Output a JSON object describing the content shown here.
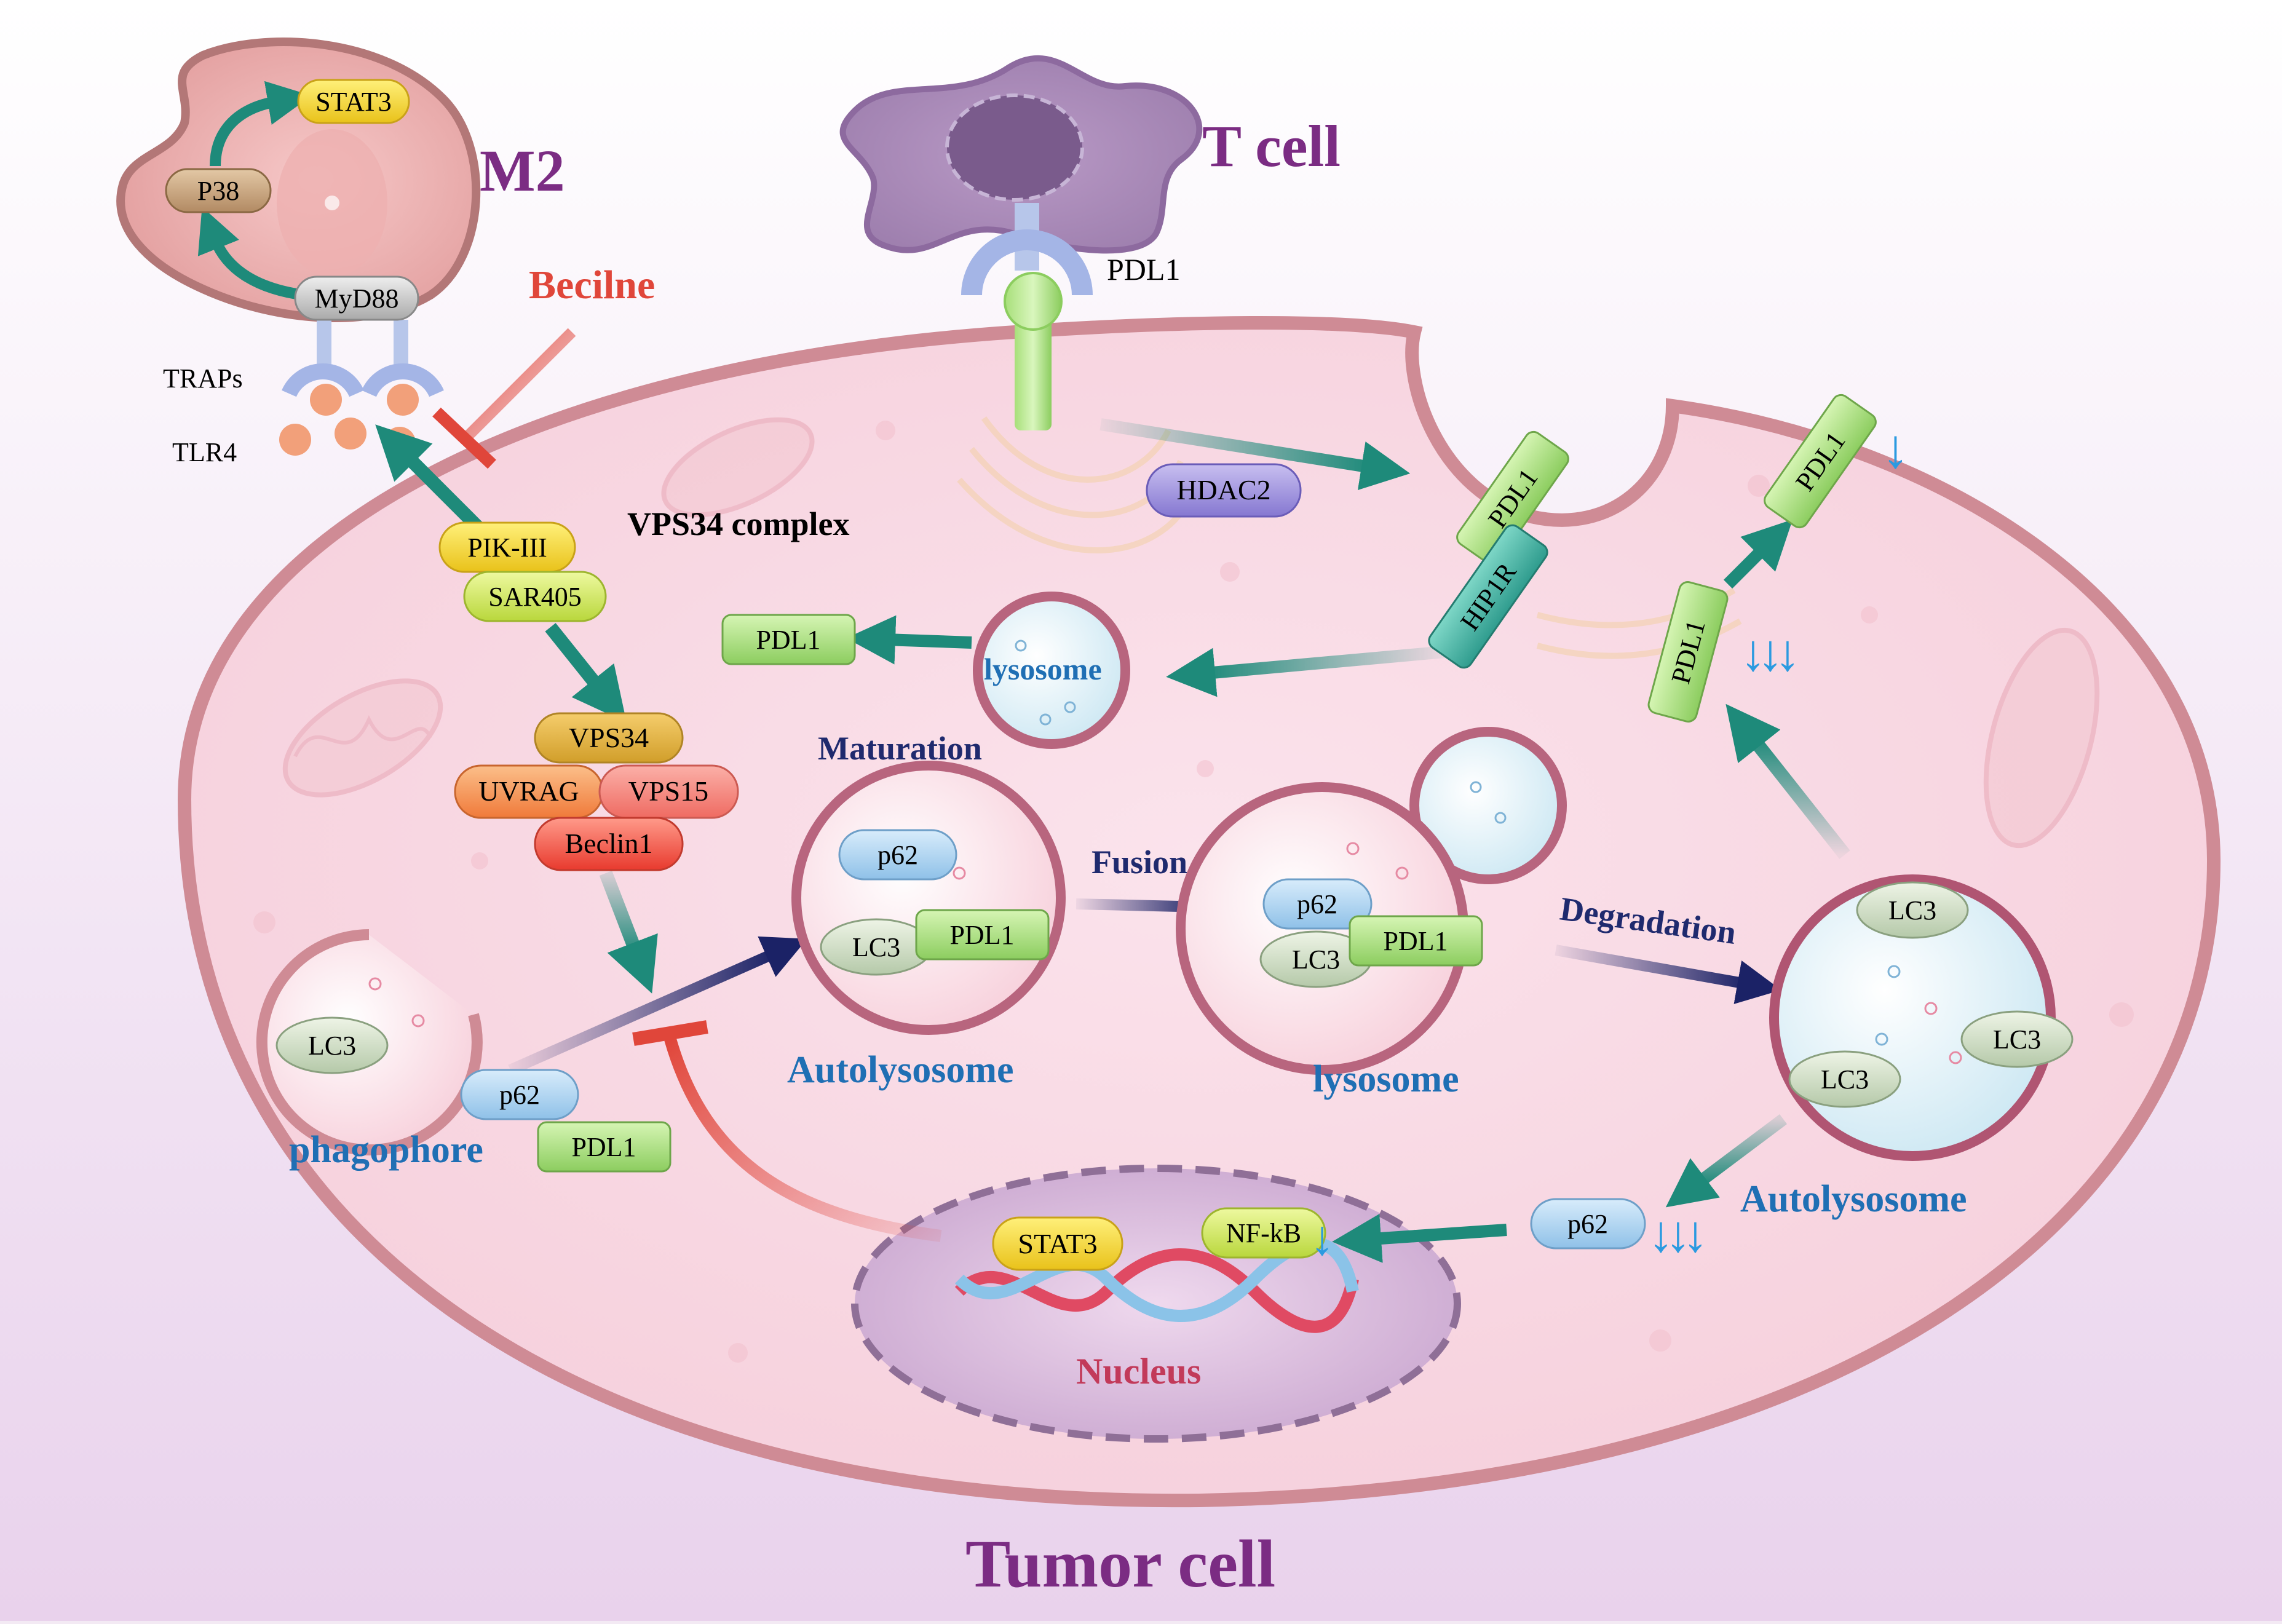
{
  "labels": {
    "m2": "M2",
    "t_cell": "T cell",
    "tumor_cell": "Tumor cell",
    "becline": "Becilne",
    "traps": "TRAPs",
    "tlr4": "TLR4",
    "pdl1_receptor": "PDL1",
    "vps34_complex": "VPS34 complex",
    "maturation": "Maturation",
    "fusion": "Fusion",
    "degradation": "Degradation",
    "autolysosome_left": "Autolysosome",
    "autolysosome_right": "Autolysosome",
    "lysosome_mid": "lysosome",
    "lysosome_top": "lysosome",
    "phagophore": "phagophore",
    "nucleus": "Nucleus"
  },
  "proteins": {
    "stat3_m2": "STAT3",
    "p38": "P38",
    "myd88": "MyD88",
    "pik3": "PIK-III",
    "sar405": "SAR405",
    "vps34": "VPS34",
    "uvrag": "UVRAG",
    "vps15": "VPS15",
    "beclin1": "Beclin1",
    "hdac2": "HDAC2",
    "pdl1_membrane": "PDL1",
    "hip1r": "HIP1R",
    "pdl1_up": "PDL1",
    "pdl1_down": "PDL1",
    "pdl1_left": "PDL1",
    "p62_auto": "p62",
    "lc3_auto": "LC3",
    "pdl1_auto": "PDL1",
    "p62_lyso": "p62",
    "lc3_lyso": "LC3",
    "pdl1_lyso": "PDL1",
    "lc3_phago": "LC3",
    "p62_phago": "p62",
    "pdl1_phago": "PDL1",
    "lc3_a": "LC3",
    "lc3_b": "LC3",
    "lc3_c": "LC3",
    "p62_free": "p62",
    "stat3_nuc": "STAT3",
    "nfkb": "NF-kB"
  },
  "indicators": {
    "down_single_pdl1": "↓",
    "down_triple_pdl1": "↓↓↓",
    "down_triple_p62": "↓↓↓",
    "down_single_nfkb": "↓"
  },
  "colors": {
    "teal_arrow": "#1e8a7a",
    "navy_arrow": "#1b2266",
    "red_inhibit": "#e0463a",
    "title_purple": "#7b2c83",
    "label_blue": "#1f6fb4",
    "label_navy": "#1f2a6e",
    "label_red": "#e0463a",
    "label_crimson": "#c23a5a",
    "down_arrow_blue": "#2b9ae0"
  }
}
